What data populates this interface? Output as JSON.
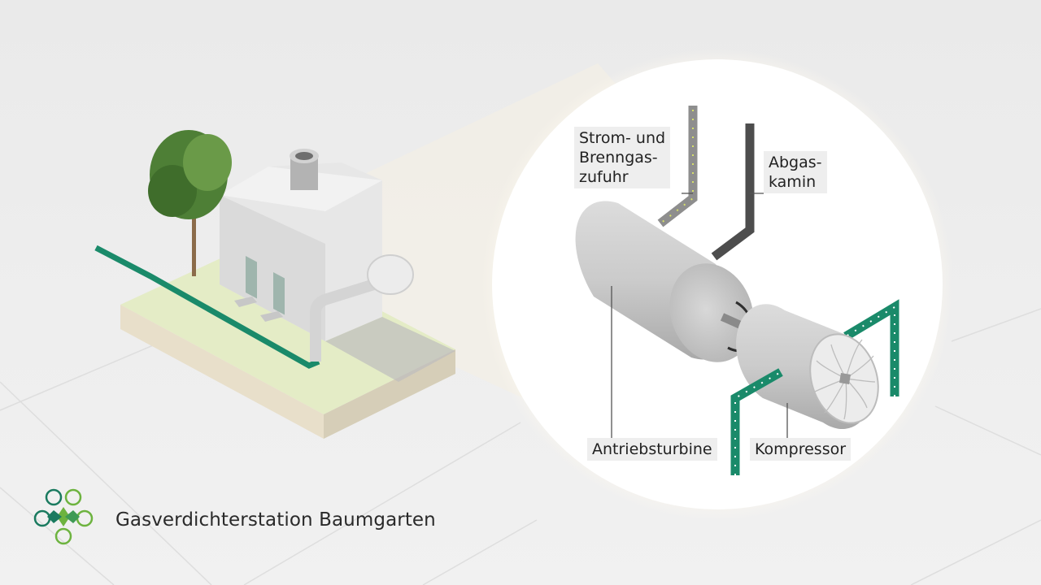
{
  "caption": "Gasverdichterstation Baumgarten",
  "labels": {
    "fuel_supply": "Strom- und\nBrenngas-\nzufuhr",
    "exhaust": "Abgas-\nkamin",
    "turbine": "Antriebsturbine",
    "compressor": "Kompressor"
  },
  "colors": {
    "pipeline_green": "#1a8a6a",
    "fuel_pipe_gray": "#8a8a8a",
    "exhaust_pipe_dark": "#4a4a4a",
    "logo_green": "#6db33f",
    "logo_teal": "#1a7a5f",
    "ground_green": "#e3ecc8"
  }
}
